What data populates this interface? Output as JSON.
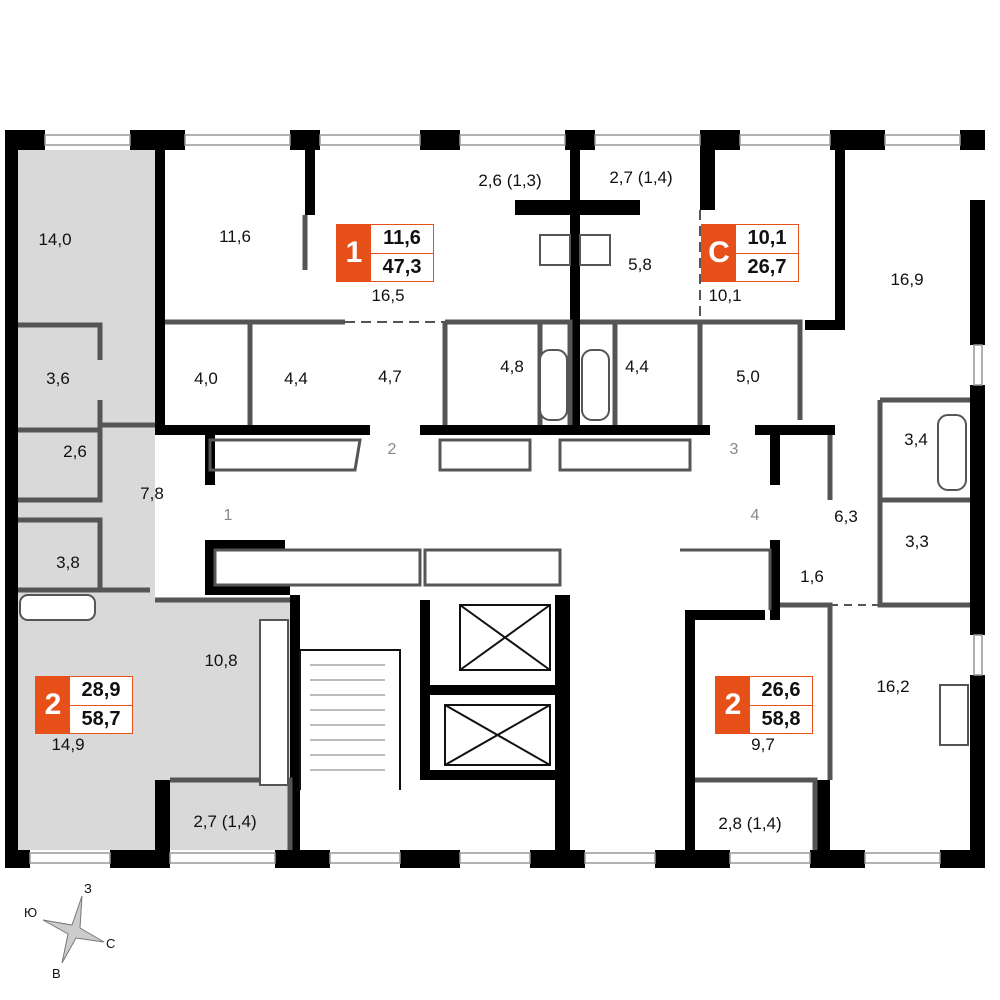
{
  "colors": {
    "accent": "#e8501a",
    "wall": "#000000",
    "partition": "#555555",
    "highlight": "#d9d9d9"
  },
  "rooms": [
    "14,0",
    "11,6",
    "16,5",
    "2,6 (1,3)",
    "2,7 (1,4)",
    "5,8",
    "10,1",
    "16,9",
    "3,6",
    "4,0",
    "4,4",
    "4,7",
    "4,8",
    "4,4",
    "5,0",
    "2,6",
    "7,8",
    "3,4",
    "6,3",
    "3,3",
    "1,6",
    "3,8",
    "10,8",
    "16,2",
    "9,7",
    "14,9",
    "2,7 (1,4)",
    "2,8 (1,4)"
  ],
  "doors": [
    "1",
    "2",
    "3",
    "4"
  ],
  "apartments": [
    {
      "rooms": "1",
      "living": "11,6",
      "total": "47,3"
    },
    {
      "rooms": "С",
      "living": "10,1",
      "total": "26,7"
    },
    {
      "rooms": "2",
      "living": "28,9",
      "total": "58,7"
    },
    {
      "rooms": "2",
      "living": "26,6",
      "total": "58,8"
    }
  ],
  "compass": {
    "north": "С",
    "south": "Ю",
    "east": "В",
    "west": "З"
  }
}
